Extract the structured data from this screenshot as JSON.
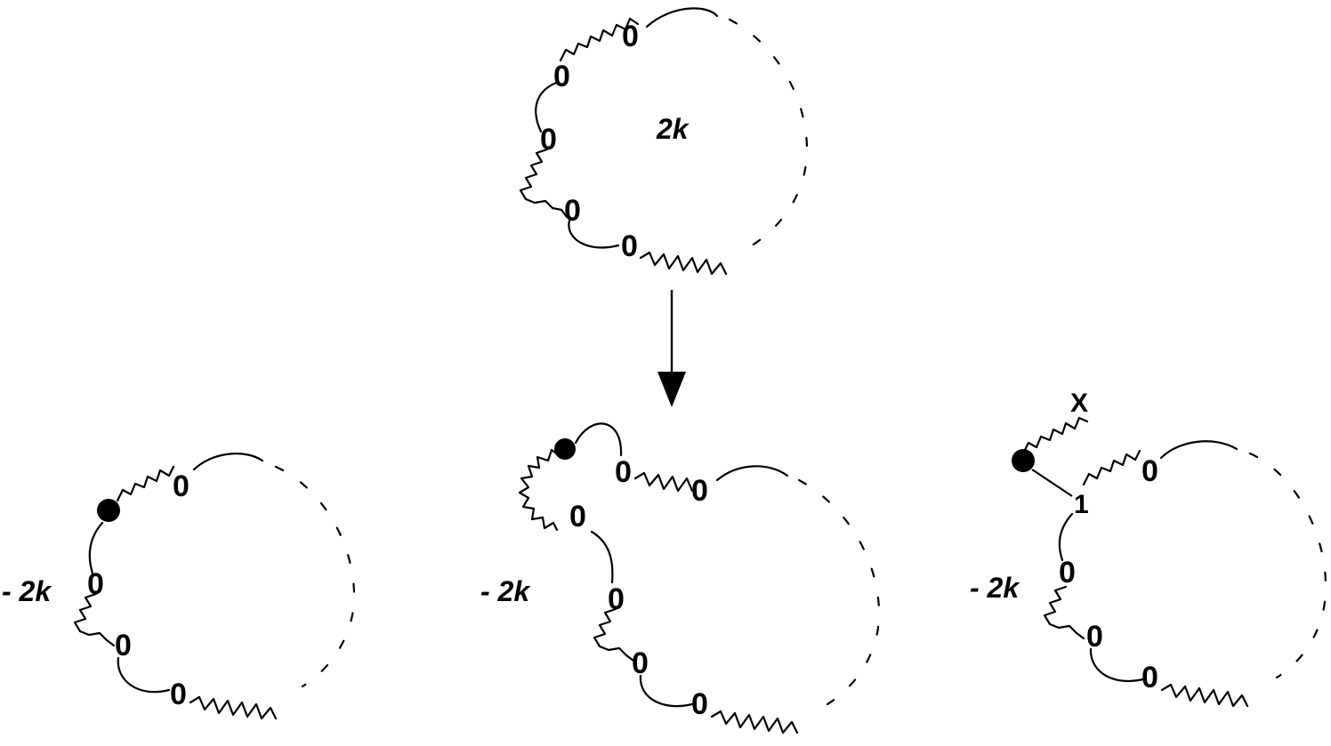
{
  "top": {
    "coefficient": "2k",
    "vertices": [
      "0",
      "0",
      "0",
      "0",
      "0"
    ]
  },
  "bottom_left": {
    "coefficient": "- 2k",
    "vertices": [
      "0",
      "0",
      "0",
      "0"
    ]
  },
  "bottom_middle": {
    "coefficient": "- 2k",
    "vertices": [
      "0",
      "0",
      "0",
      "0",
      "0",
      "0"
    ]
  },
  "bottom_right": {
    "coefficient": "- 2k",
    "vertices": [
      "0",
      "1",
      "0",
      "0",
      "0"
    ],
    "external_label": "X"
  }
}
